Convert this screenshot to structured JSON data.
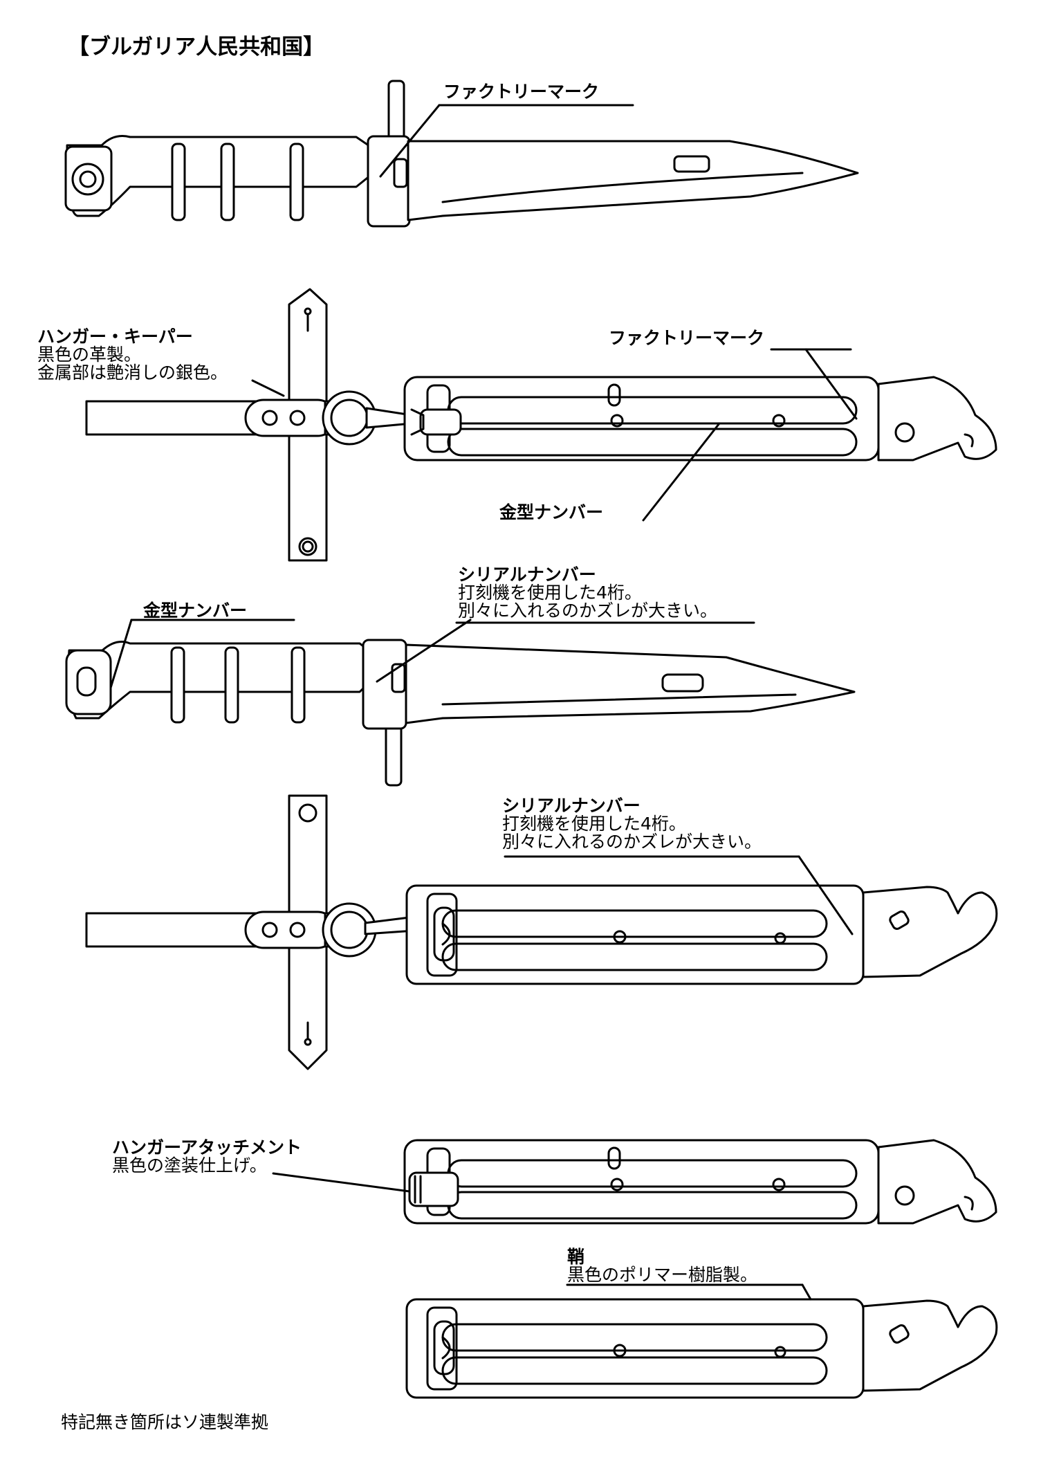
{
  "title": "【ブルガリア人民共和国】",
  "labels": {
    "factory_mark_1": "ファクトリーマーク",
    "hanger_keeper_title": "ハンガー・キーパー",
    "hanger_keeper_desc1": "黒色の革製。",
    "hanger_keeper_desc2": "金属部は艶消しの銀色。",
    "factory_mark_2": "ファクトリーマーク",
    "mold_number_1": "金型ナンバー",
    "serial_1_title": "シリアルナンバー",
    "serial_1_desc1": "打刻機を使用した4桁。",
    "serial_1_desc2": "別々に入れるのかズレが大きい。",
    "mold_number_2": "金型ナンバー",
    "serial_2_title": "シリアルナンバー",
    "serial_2_desc1": "打刻機を使用した4桁。",
    "serial_2_desc2": "別々に入れるのかズレが大きい。",
    "hanger_attach_title": "ハンガーアタッチメント",
    "hanger_attach_desc": "黒色の塗装仕上げ。",
    "scabbard_title": "鞘",
    "scabbard_desc": "黒色のポリマー樹脂製。"
  },
  "footnote": "特記無き箇所はソ連製準拠",
  "colors": {
    "line": "#000000",
    "background": "#ffffff"
  }
}
